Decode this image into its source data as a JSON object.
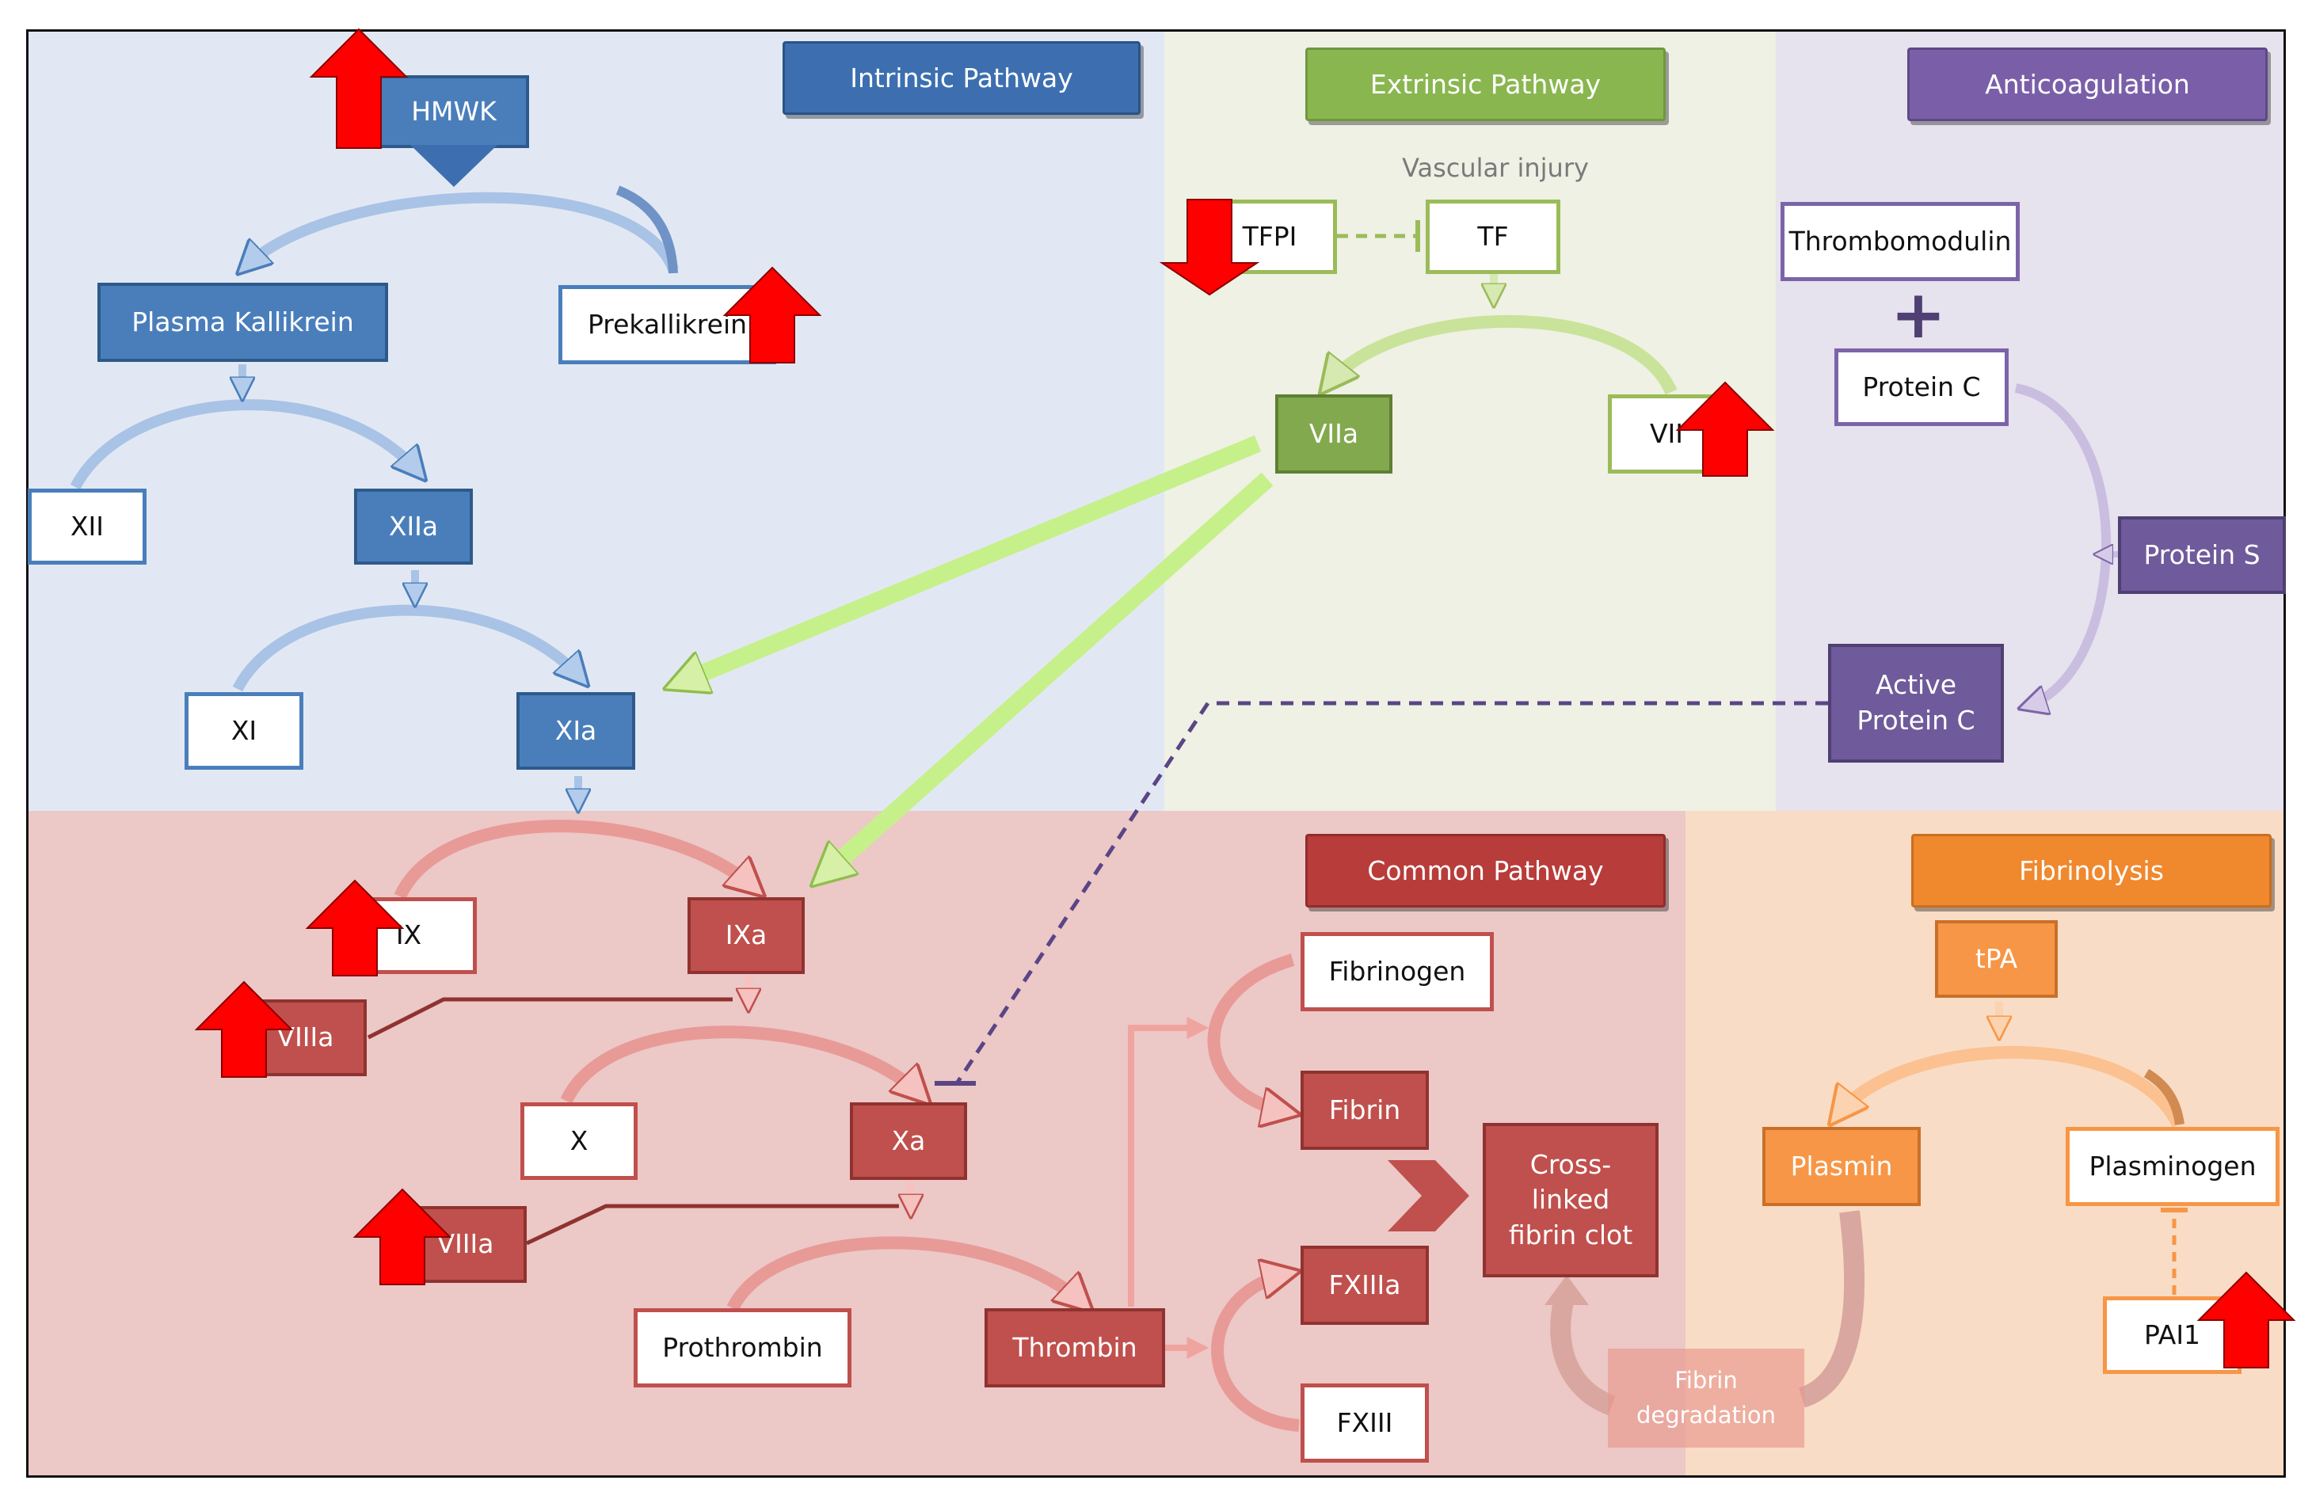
{
  "colors": {
    "intrinsic_bg": "#e2e8f3",
    "extrinsic_bg": "#eef1e4",
    "anticoag_bg": "#e6e2ee",
    "common_bg": "#ecc8c7",
    "fibrinolysis_bg": "#f9dcc5",
    "blue": "#4a7ebb",
    "green": "#9bbb59",
    "purple": "#7c64a8",
    "red": "#c0504d",
    "orange": "#f79646",
    "indicator_arrow": "#ff0000"
  },
  "headers": {
    "intrinsic": "Intrinsic Pathway",
    "extrinsic": "Extrinsic Pathway",
    "anticoagulation": "Anticoagulation",
    "common": "Common Pathway",
    "fibrinolysis": "Fibrinolysis"
  },
  "labels": {
    "vascular_injury": "Vascular injury",
    "fibrin_degradation": "Fibrin\ndegradation"
  },
  "nodes": {
    "hmwk": "HMWK",
    "plasma_kallikrein": "Plasma Kallikrein",
    "prekallikrein": "Prekallikrein",
    "xii": "XII",
    "xiia": "XIIa",
    "xi": "XI",
    "xia": "XIa",
    "tfpi": "TFPI",
    "tf": "TF",
    "viia": "VIIa",
    "vii": "VII",
    "thrombomodulin": "Thrombomodulin",
    "plus_sign": "+",
    "protein_c": "Protein C",
    "protein_s": "Protein S",
    "active_protein_c": "Active\nProtein C",
    "ix": "IX",
    "ixa": "IXa",
    "viiia_1": "VIIIa",
    "x": "X",
    "xa": "Xa",
    "viiia_2": "VIIIa",
    "prothrombin": "Prothrombin",
    "thrombin": "Thrombin",
    "fibrinogen": "Fibrinogen",
    "fibrin": "Fibrin",
    "fxiiia": "FXIIIa",
    "fxiii": "FXIII",
    "crosslinked_clot": "Cross-\nlinked\nfibrin clot",
    "tpa": "tPA",
    "plasmin": "Plasmin",
    "plasminogen": "Plasminogen",
    "pai1": "PAI1"
  },
  "indicators": {
    "hmwk": "up",
    "prekallikrein": "up",
    "tfpi": "down",
    "vii": "up",
    "ix": "up",
    "viiia_1": "up",
    "viiia_2": "up",
    "pai1": "up"
  }
}
